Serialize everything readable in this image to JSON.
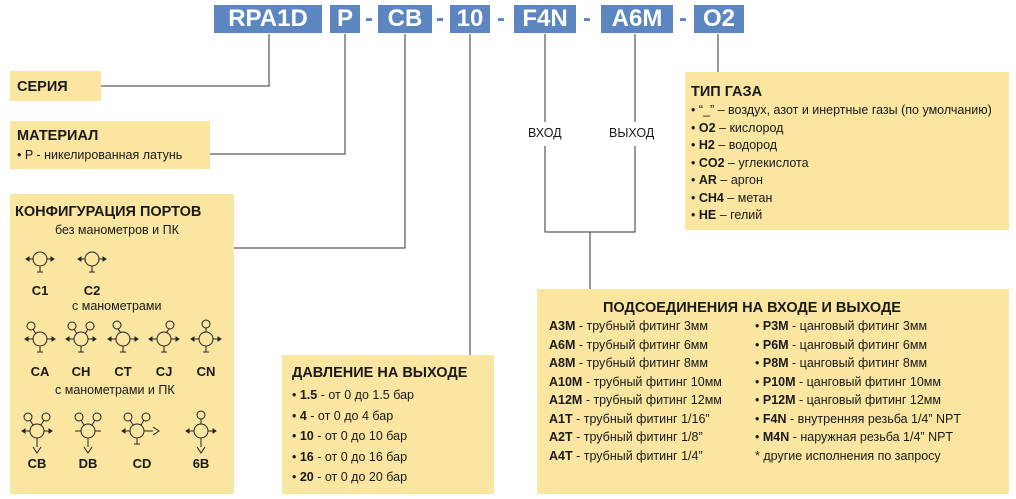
{
  "part_code": {
    "segments": [
      "RPA1D",
      "P",
      "CB",
      "10",
      "F4N",
      "A6M",
      "O2"
    ],
    "separator": "-"
  },
  "series": {
    "title": "СЕРИЯ"
  },
  "material": {
    "title": "МАТЕРИАЛ",
    "items": [
      "• P - никелированная латунь"
    ]
  },
  "ports": {
    "title": "КОНФИГУРАЦИЯ  ПОРТОВ",
    "group1": {
      "label": "без манометров и ПК",
      "symbols": [
        "C1",
        "C2"
      ]
    },
    "group2": {
      "label": "с манометрами",
      "symbols": [
        "CA",
        "CH",
        "CT",
        "CJ",
        "CN"
      ]
    },
    "group3": {
      "label": "с манометрами и ПК",
      "symbols": [
        "CB",
        "DB",
        "CD",
        "6B"
      ]
    }
  },
  "pressure": {
    "title": "ДАВЛЕНИЕ НА ВЫХОДЕ",
    "items": [
      {
        "code": "1.5",
        "text": " - от 0 до 1.5 бар"
      },
      {
        "code": "4",
        "text": " - от 0 до 4 бар"
      },
      {
        "code": "10",
        "text": " - от 0 до 10 бар"
      },
      {
        "code": "16",
        "text": " - от 0 до 16 бар"
      },
      {
        "code": "20",
        "text": " - от 0 до 20 бар"
      }
    ]
  },
  "io_labels": {
    "inlet": "ВХОД",
    "outlet": "ВЫХОД"
  },
  "gas": {
    "title": "ТИП ГАЗА",
    "items": [
      {
        "code": "“_”",
        "text": " – воздух, азот и инертные газы (по умолчанию)"
      },
      {
        "code": "O2",
        "text": " – кислород"
      },
      {
        "code": "H2",
        "text": " – водород"
      },
      {
        "code": "CO2",
        "text": " – углекислота"
      },
      {
        "code": "AR",
        "text": " – аргон"
      },
      {
        "code": "CH4",
        "text": " – метан"
      },
      {
        "code": "HE",
        "text": " – гелий"
      }
    ]
  },
  "connections": {
    "title": "ПОДСОЕДИНЕНИЯ НА ВХОДЕ И ВЫХОДЕ",
    "left": [
      {
        "code": "A3M",
        "text": " - трубный фитинг 3мм"
      },
      {
        "code": "A6M",
        "text": " - трубный фитинг 6мм"
      },
      {
        "code": "A8M",
        "text": " - трубный фитинг 8мм"
      },
      {
        "code": "A10M",
        "text": " - трубный фитинг 10мм"
      },
      {
        "code": "A12M",
        "text": " - трубный фитинг 12мм"
      },
      {
        "code": "A1T",
        "text": " - трубный фитинг 1/16”"
      },
      {
        "code": "A2T",
        "text": " - трубный фитинг 1/8”"
      },
      {
        "code": "A4T",
        "text": " - трубный фитинг 1/4”"
      }
    ],
    "right": [
      {
        "code": "P3M",
        "text": " - цанговый фитинг 3мм"
      },
      {
        "code": "P6M",
        "text": " - цанговый фитинг 6мм"
      },
      {
        "code": "P8M",
        "text": " - цанговый фитинг 8мм"
      },
      {
        "code": "P10M",
        "text": " - цанговый фитинг 10мм"
      },
      {
        "code": "P12M",
        "text": " - цанговый фитинг 12мм"
      },
      {
        "code": "F4N",
        "text": " - внутренняя резьба 1/4” NPT"
      },
      {
        "code": "M4N",
        "text": " - наружная резьба 1/4” NPT"
      },
      {
        "code": "",
        "text": "* другие исполнения по запросу"
      }
    ]
  },
  "colors": {
    "code_bg": "#5c86c0",
    "box_bg": "#fae5a1",
    "line": "#333333"
  }
}
